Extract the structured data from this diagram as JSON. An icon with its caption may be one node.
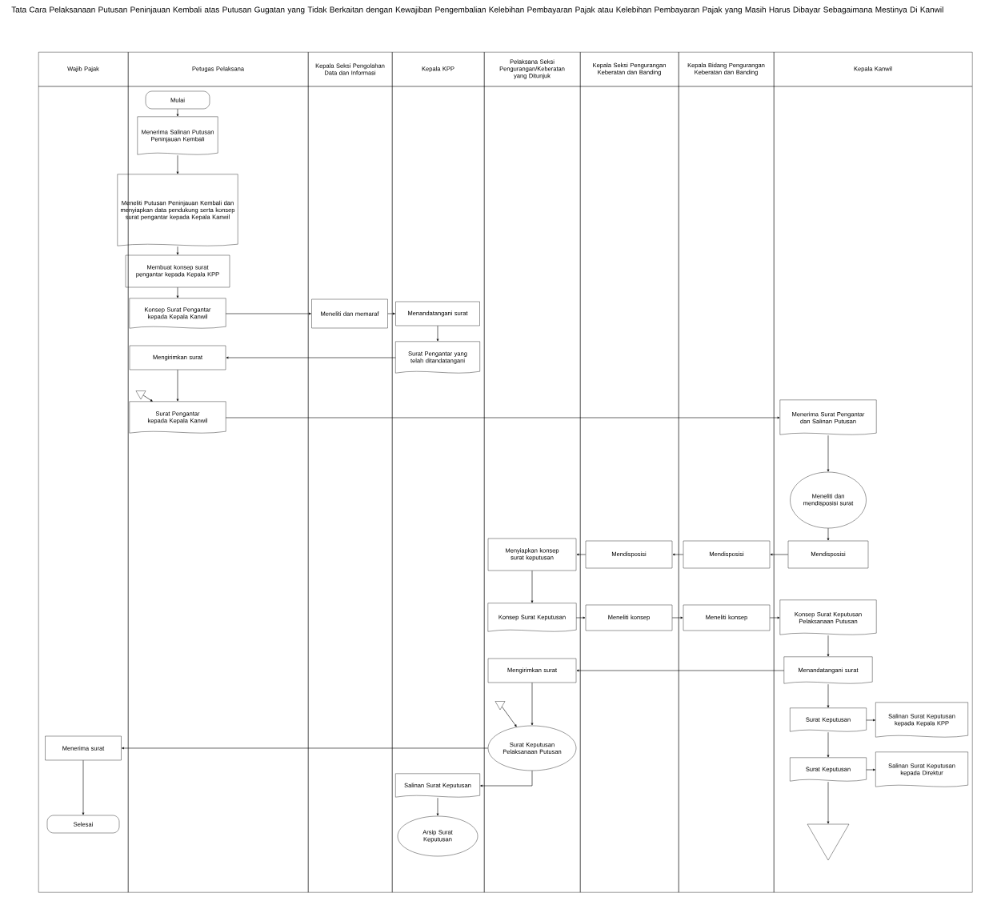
{
  "diagram": {
    "title": "Tata Cara Pelaksanaan Putusan Peninjauan Kembali atas Putusan Gugatan yang Tidak Berkaitan dengan Kewajiban Pengembalian Kelebihan Pembayaran Pajak atau Kelebihan Pembayaran Pajak yang Masih Harus Dibayar Sebagaimana Mestinya Di Kanwil",
    "nodes": [
      {
        "text": [
          "Wajib Pajak"
        ]
      },
      {
        "text": [
          "Petugas Pelaksana"
        ]
      },
      {
        "text": [
          "Kepala Seksi Pengolahan Data dan Informasi"
        ]
      },
      {
        "text": [
          "Kepala KPP"
        ]
      },
      {
        "text": [
          "Pelaksana Seksi Pengurangan/Keberatan yang Ditunjuk"
        ]
      },
      {
        "text": [
          "Kepala Seksi Pengurangan Keberatan dan Banding"
        ]
      },
      {
        "text": [
          "Kepala Bidang Pengurangan Keberatan dan Banding"
        ]
      },
      {
        "text": [
          "Kepala Kanwil"
        ]
      },
      {
        "text": [
          "Mulai"
        ],
        "in": 1
      },
      {
        "text": [
          "Menerima Salinan Putusan Peninjauan Kembali"
        ],
        "in": 1
      },
      {
        "text": [
          "Meneliti Putusan Peninjauan Kembali dan menyiapkan data pendukung serta konsep surat pengantar kepada Kepala Kanwil"
        ],
        "in": 1
      },
      {
        "text": [
          "Membuat konsep surat pengantar kepada Kepala KPP"
        ],
        "in": 1
      },
      {
        "text": [
          "Konsep Surat Pengantar kepada Kepala Kanwil"
        ],
        "in": 1
      },
      {
        "text": [
          "Meneliti dan memaraf"
        ],
        "in": 2
      },
      {
        "text": [
          "Menandatangani surat"
        ],
        "in": 3
      },
      {
        "text": [
          "Surat Pengantar yang telah ditandatangani"
        ],
        "in": 3
      },
      {
        "text": [
          "Mengirimkan surat"
        ],
        "in": 1
      },
      {
        "text": [],
        "shape": "triangle",
        "in": 1
      },
      {
        "text": [
          "Surat Pengantar kepada Kepala Kanwil"
        ],
        "in": 1
      },
      {
        "text": [
          "Menerima Surat Pengantar dan Salinan Putusan"
        ],
        "in": 7
      },
      {
        "text": [
          "Meneliti dan mendisposisi surat"
        ],
        "in": 7
      },
      {
        "text": [
          "Mendisposisi"
        ],
        "in": 7
      },
      {
        "text": [
          "Mendisposisi"
        ],
        "in": 6
      },
      {
        "text": [
          "Mendisposisi"
        ],
        "in": 5
      },
      {
        "text": [
          "Menyiapkan konsep surat keputusan"
        ],
        "in": 4
      },
      {
        "text": [
          "Konsep Surat Keputusan"
        ],
        "in": 4
      },
      {
        "text": [
          "Meneliti konsep"
        ],
        "in": 5
      },
      {
        "text": [
          "Meneliti konsep"
        ],
        "in": 6
      },
      {
        "text": [
          "Konsep Surat Keputusan Pelaksanaan Putusan"
        ],
        "in": 7
      },
      {
        "text": [
          "Menandatangani surat"
        ],
        "in": 7
      },
      {
        "text": [
          "Mengirimkan surat"
        ],
        "in": 4
      },
      {
        "text": [
          "Surat Keputusan"
        ],
        "in": 7
      },
      {
        "text": [
          "Salinan Surat Keputusan kepada Kepala KPP"
        ],
        "in": 7
      },
      {
        "text": [
          "Surat Keputusan"
        ],
        "in": 7
      },
      {
        "text": [
          "Salinan Surat Keputusan kepada Direktur"
        ],
        "in": 7
      },
      {
        "text": [],
        "shape": "triangle",
        "in": 7
      },
      {
        "text": [],
        "shape": "triangle",
        "in": 4
      },
      {
        "text": [
          "Surat Keputusan Pelaksanaan Putusan"
        ],
        "in": 4
      },
      {
        "text": [
          "Menerima surat"
        ],
        "in": 0
      },
      {
        "text": [
          "Salinan Surat Keputusan"
        ],
        "in": 3
      },
      {
        "text": [
          "Selesai"
        ],
        "in": 0
      },
      {
        "text": [
          "Arsip Surat Keputusan"
        ],
        "in": 3
      }
    ],
    "edges": [
      {
        "from": 8,
        "to": 9,
        "arrow": "to"
      },
      {
        "from": 9,
        "to": 10,
        "arrow": "to"
      },
      {
        "from": 10,
        "to": 11,
        "arrow": "to"
      },
      {
        "from": 11,
        "to": 12,
        "arrow": "to"
      },
      {
        "from": 12,
        "to": 13,
        "arrow": "to"
      },
      {
        "from": 13,
        "to": 14,
        "arrow": "to"
      },
      {
        "from": 14,
        "to": 15,
        "arrow": "to"
      },
      {
        "from": 15,
        "to": 16,
        "arrow": "to"
      },
      {
        "from": 16,
        "to": 18,
        "arrow": "to"
      },
      {
        "from": 17,
        "to": 18,
        "arrow": "to"
      },
      {
        "from": 18,
        "to": 19,
        "arrow": "to"
      },
      {
        "from": 19,
        "to": 20,
        "arrow": "to"
      },
      {
        "from": 20,
        "to": 21,
        "arrow": "to"
      },
      {
        "from": 21,
        "to": 22,
        "arrow": "to"
      },
      {
        "from": 22,
        "to": 23,
        "arrow": "to"
      },
      {
        "from": 23,
        "to": 24,
        "arrow": "to"
      },
      {
        "from": 24,
        "to": 25,
        "arrow": "to"
      },
      {
        "from": 25,
        "to": 26,
        "arrow": "to"
      },
      {
        "from": 26,
        "to": 27,
        "arrow": "to"
      },
      {
        "from": 27,
        "to": 28,
        "arrow": "to"
      },
      {
        "from": 28,
        "to": 29,
        "arrow": "to"
      },
      {
        "from": 29,
        "to": 30,
        "arrow": "to"
      },
      {
        "from": 29,
        "to": 31,
        "arrow": "to"
      },
      {
        "from": 31,
        "to": 32,
        "arrow": "to"
      },
      {
        "from": 31,
        "to": 33,
        "arrow": "to"
      },
      {
        "from": 33,
        "to": 34,
        "arrow": "to"
      },
      {
        "from": 33,
        "to": 35,
        "arrow": "to"
      },
      {
        "from": 30,
        "to": 37,
        "arrow": "to"
      },
      {
        "from": 36,
        "to": 37,
        "arrow": "to"
      },
      {
        "from": 37,
        "to": 38,
        "arrow": "to"
      },
      {
        "from": 37,
        "to": 39,
        "arrow": "to"
      },
      {
        "from": 38,
        "to": 40,
        "arrow": "to"
      },
      {
        "from": 39,
        "to": 41,
        "arrow": "to"
      }
    ]
  }
}
